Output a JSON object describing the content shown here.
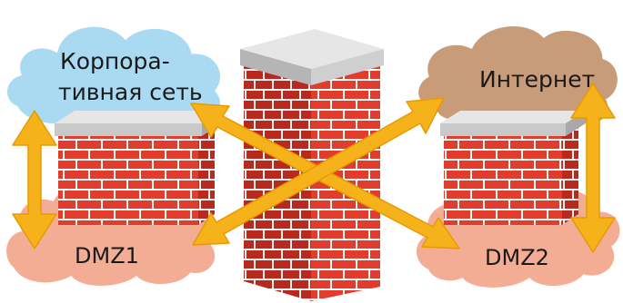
{
  "diagram": {
    "zones": {
      "corporate": {
        "line1": "Корпора-",
        "line2": "тивная сеть",
        "color": "#a9daf2"
      },
      "internet": {
        "label": "Интернет",
        "color": "#c89c78"
      },
      "dmz1": {
        "label": "DMZ1",
        "color": "#f3ad95"
      },
      "dmz2": {
        "label": "DMZ2",
        "color": "#f3ad95"
      }
    },
    "colors": {
      "brick": "#e23d2c",
      "brick_shade": "#b82a1e",
      "mortar": "#ffffff",
      "cap": "#c9c9c9",
      "cap_top": "#e6e6e6",
      "arrow": "#f6b21a",
      "arrow_stroke": "#e79a00",
      "cloud_stroke": "#ffffff"
    },
    "icons": [
      "cloud-icon",
      "firewall-icon",
      "double-arrow-icon"
    ]
  }
}
